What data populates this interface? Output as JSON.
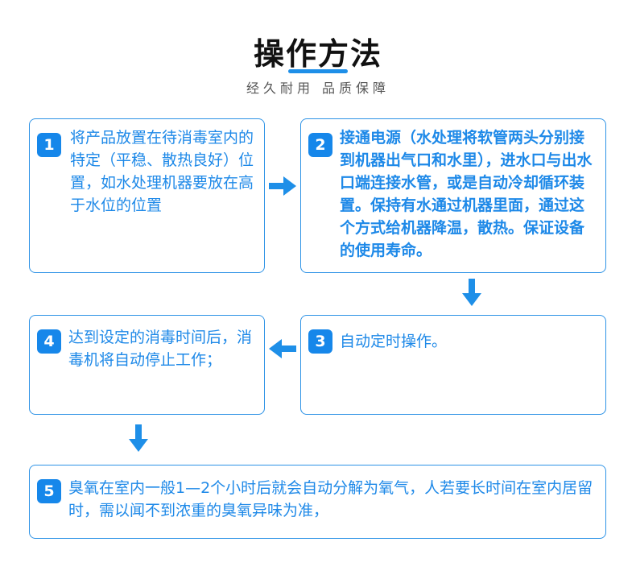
{
  "header": {
    "title": "操作方法",
    "subtitle": "经久耐用 品质保障"
  },
  "steps": [
    {
      "number": "1",
      "text": "将产品放置在待消毒室内的特定（平稳、散热良好）位置，如水处理机器要放在高于水位的位置"
    },
    {
      "number": "2",
      "text": "接通电源（水处理将软管两头分别接到机器出气口和水里），进水口与出水口端连接水管，或是自动冷却循环装置。保持有水通过机器里面，通过这个方式给机器降温，散热。保证设备的使用寿命。"
    },
    {
      "number": "3",
      "text": "自动定时操作。"
    },
    {
      "number": "4",
      "text": "达到设定的消毒时间后，消毒机将自动停止工作；"
    },
    {
      "number": "5",
      "text": "臭氧在室内一般1—2个小时后就会自动分解为氧气，人若要长时间在室内居留时，需以闻不到浓重的臭氧异味为准，"
    }
  ],
  "colors": {
    "accent": "#1e89e8",
    "border": "#2e93e6",
    "badge": "#1687ea",
    "arrow": "#1e8fe8"
  }
}
